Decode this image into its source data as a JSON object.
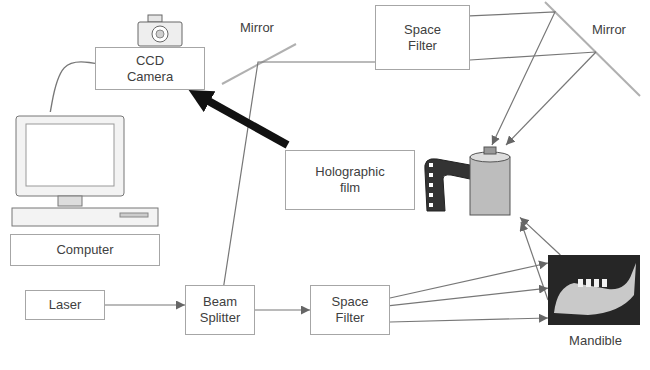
{
  "diagram": {
    "nodes": [
      {
        "text": [
          "CCD Camera"
        ]
      },
      {
        "text": [
          "Space Filter"
        ]
      },
      {
        "text": [
          "Holographic film"
        ]
      },
      {
        "text": [
          "Computer"
        ]
      },
      {
        "text": [
          "Laser"
        ]
      },
      {
        "text": [
          "Beam Splitter"
        ]
      },
      {
        "text": [
          "Space Filter"
        ]
      },
      {
        "text": [
          "Mandible"
        ]
      }
    ],
    "edges": [
      {
        "from": 4,
        "to": 5,
        "arrow": "to"
      },
      {
        "from": 5,
        "to": 6,
        "arrow": "to"
      },
      {
        "from": 6,
        "to": 7,
        "arrow": "to"
      },
      {
        "from": 5,
        "to": 1,
        "arrow": "none"
      },
      {
        "from": 1,
        "to": 2,
        "arrow": "to"
      },
      {
        "from": 7,
        "to": 2,
        "arrow": "to"
      },
      {
        "from": 2,
        "to": 0,
        "arrow": "to"
      },
      {
        "from": 0,
        "to": 3,
        "arrow": "none"
      }
    ],
    "labels": [
      "Mirror",
      "Mirror"
    ]
  }
}
